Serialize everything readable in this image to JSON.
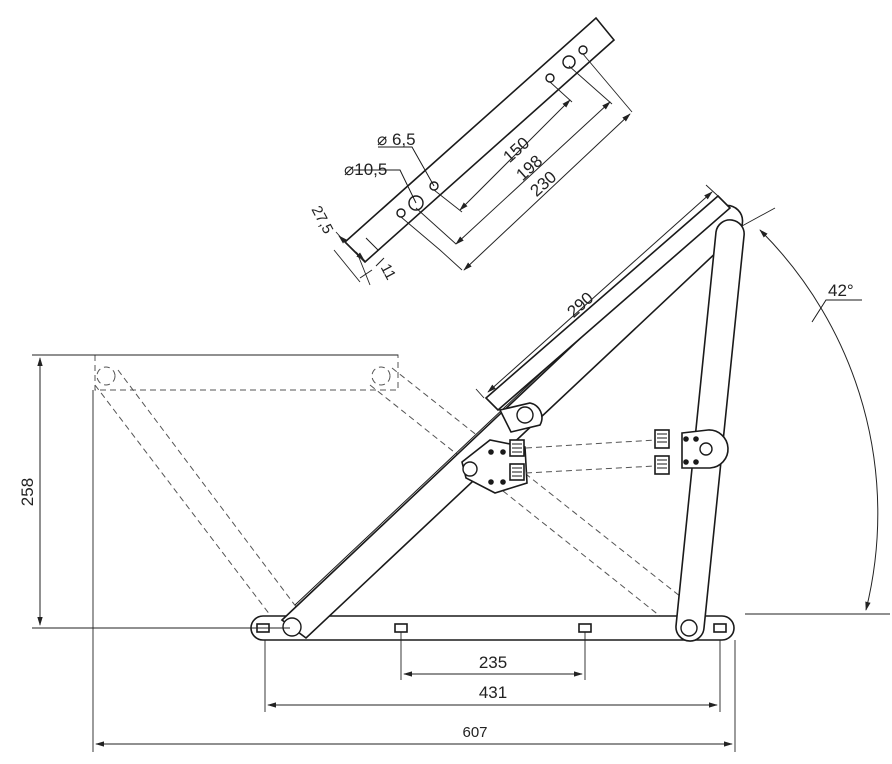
{
  "dimensions": {
    "height": "258",
    "width_total": "607",
    "width_mount": "431",
    "hole_spacing": "235",
    "arm_length": "290",
    "angle": "42°"
  },
  "detail": {
    "d_small": "⌀ 6,5",
    "d_large": "⌀10,5",
    "offset_a": "27,5",
    "offset_b": "11",
    "dist_1": "150",
    "dist_2": "198",
    "dist_3": "230"
  }
}
